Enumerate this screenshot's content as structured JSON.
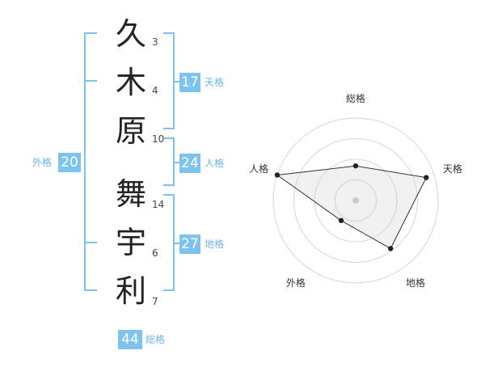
{
  "name_chars": [
    {
      "char": "久",
      "strokes": "3"
    },
    {
      "char": "木",
      "strokes": "4"
    },
    {
      "char": "原",
      "strokes": "10"
    },
    {
      "char": "舞",
      "strokes": "14"
    },
    {
      "char": "宇",
      "strokes": "6"
    },
    {
      "char": "利",
      "strokes": "7"
    }
  ],
  "kakusu": {
    "tenkaku": {
      "value": "17",
      "label": "天格"
    },
    "jinkaku": {
      "value": "24",
      "label": "人格"
    },
    "chikaku": {
      "value": "27",
      "label": "地格"
    },
    "gaikaku": {
      "value": "20",
      "label": "外格"
    },
    "soukaku": {
      "value": "44",
      "label": "総格"
    }
  },
  "colors": {
    "accent": "#7cc4ee",
    "label": "#6bb4e6"
  },
  "chart_data": {
    "type": "radar",
    "axes": [
      "総格",
      "天格",
      "地格",
      "外格",
      "人格"
    ],
    "values": [
      0.42,
      0.9,
      0.72,
      0.3,
      1.0
    ],
    "range": [
      0,
      1
    ],
    "rings": 4
  }
}
